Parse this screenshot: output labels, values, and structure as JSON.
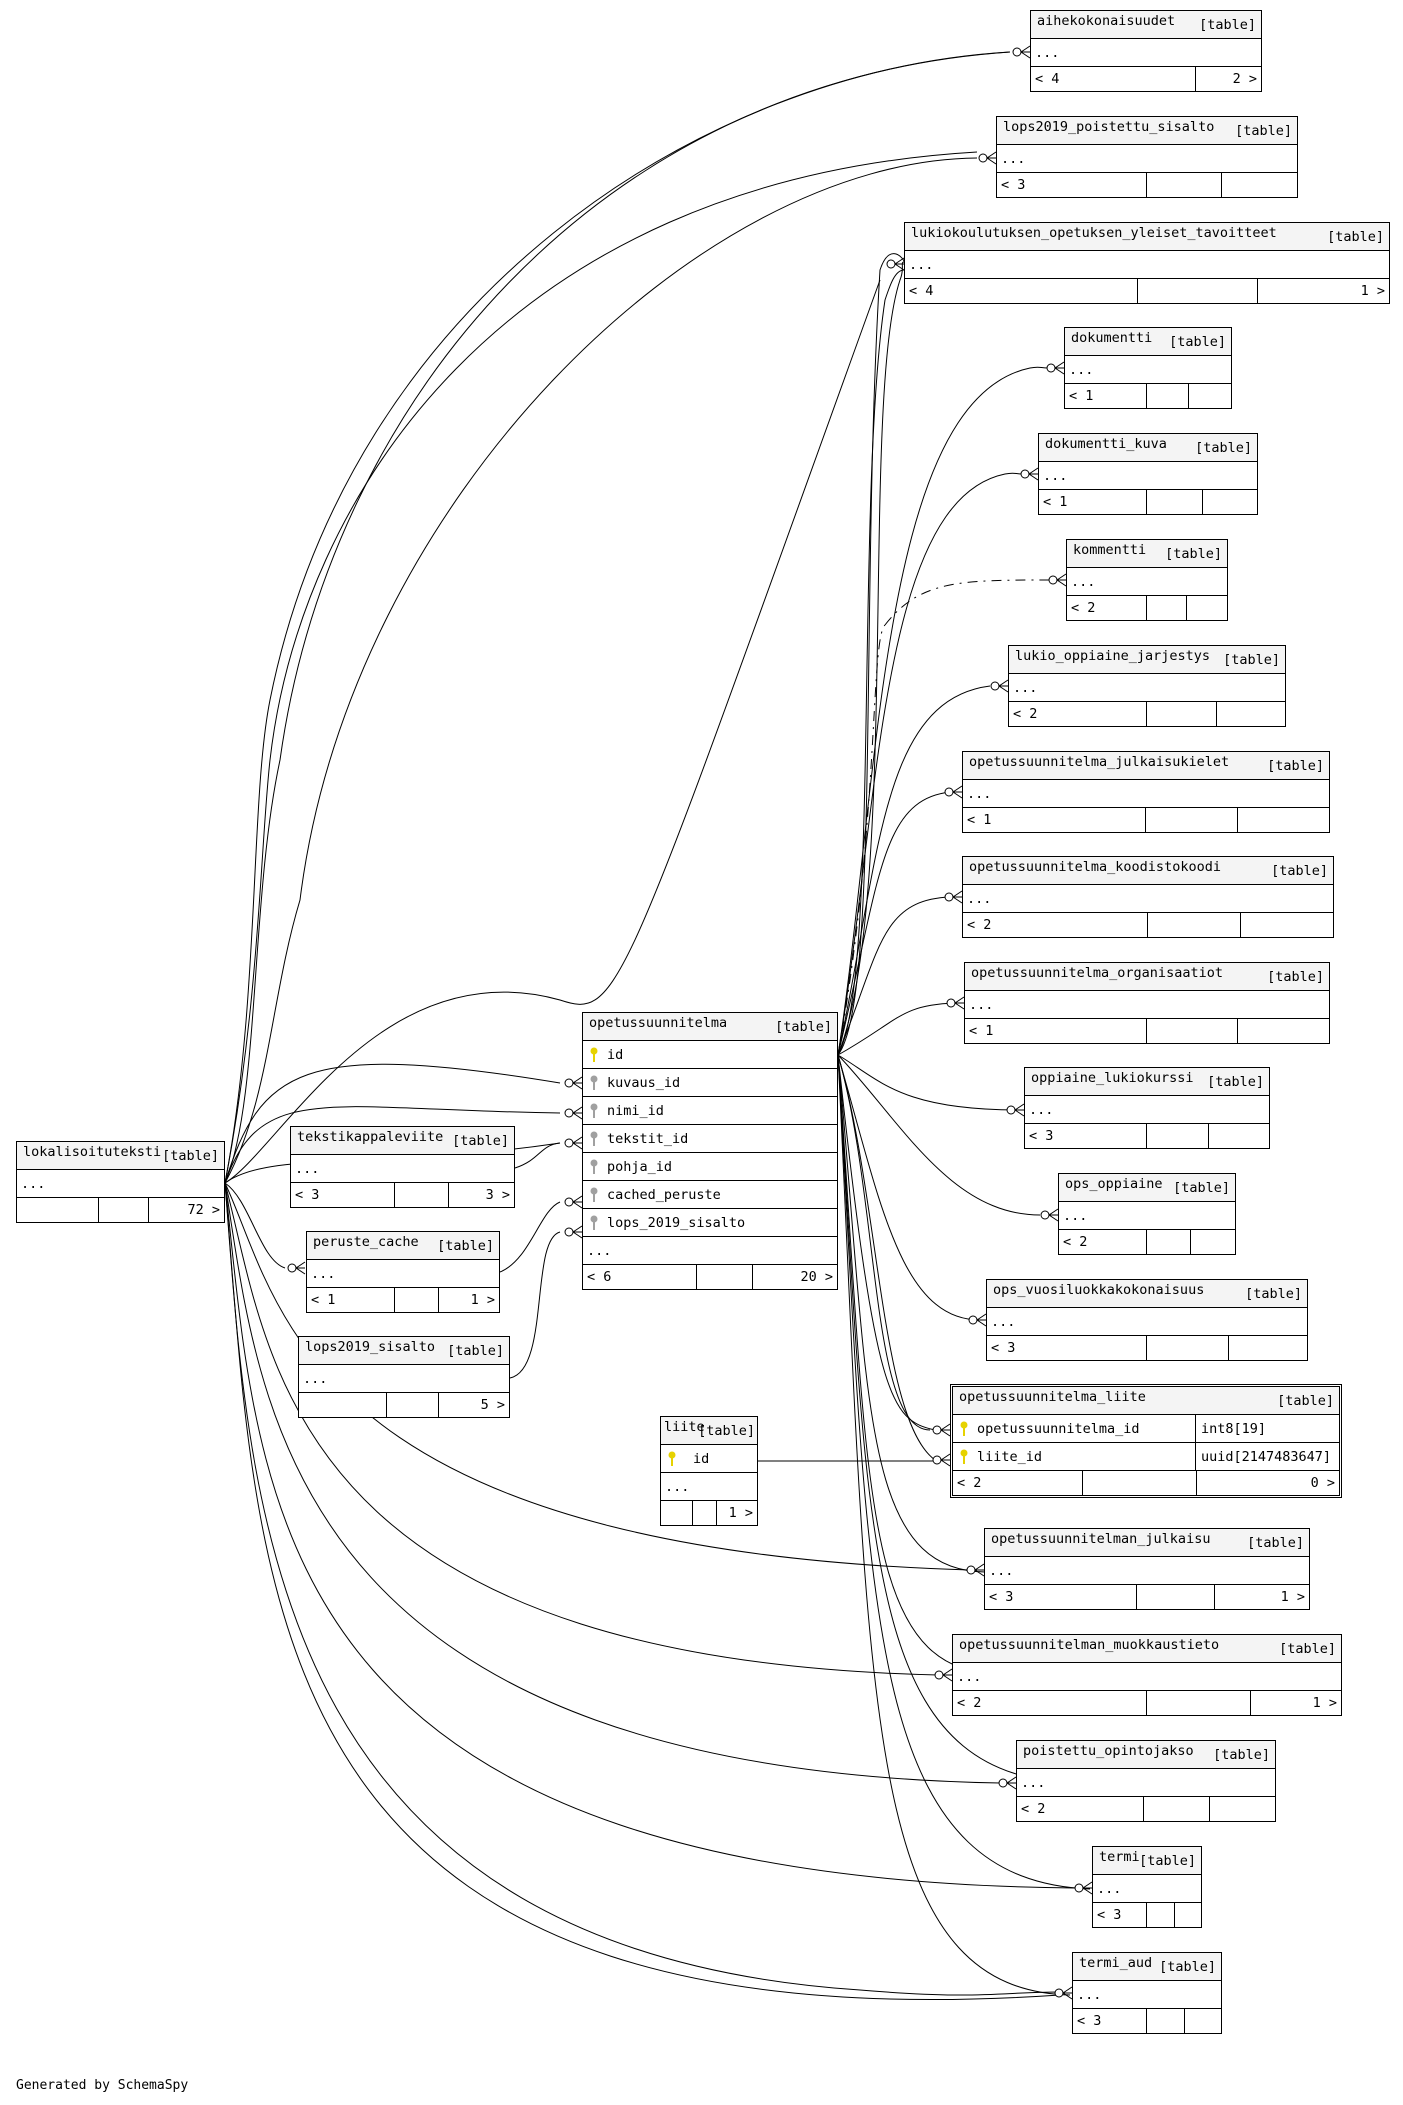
{
  "footer_text": "Generated by SchemaSpy",
  "kind_label": "[table]",
  "more_label": "...",
  "colors": {
    "line": "#000000",
    "header_bg": "#f4f4f4",
    "primary_key": "#e6d200",
    "foreign_key": "#a0a0a0"
  },
  "tables": {
    "aihekokonaisuudet": {
      "name": "aihekokonaisuudet",
      "parents": "< 4",
      "children": "2 >"
    },
    "lops2019_poistettu_sisalto": {
      "name": "lops2019_poistettu_sisalto",
      "parents": "< 3",
      "children": ""
    },
    "lukiokoulutuksen_opetuksen_yleiset_tavoitteet": {
      "name": "lukiokoulutuksen_opetuksen_yleiset_tavoitteet",
      "parents": "< 4",
      "children": "1 >"
    },
    "dokumentti": {
      "name": "dokumentti",
      "parents": "< 1",
      "children": ""
    },
    "dokumentti_kuva": {
      "name": "dokumentti_kuva",
      "parents": "< 1",
      "children": ""
    },
    "kommentti": {
      "name": "kommentti",
      "parents": "< 2",
      "children": ""
    },
    "lukio_oppiaine_jarjestys": {
      "name": "lukio_oppiaine_jarjestys",
      "parents": "< 2",
      "children": ""
    },
    "opetussuunnitelma_julkaisukielet": {
      "name": "opetussuunnitelma_julkaisukielet",
      "parents": "< 1",
      "children": ""
    },
    "opetussuunnitelma_koodistokoodi": {
      "name": "opetussuunnitelma_koodistokoodi",
      "parents": "< 2",
      "children": ""
    },
    "opetussuunnitelma_organisaatiot": {
      "name": "opetussuunnitelma_organisaatiot",
      "parents": "< 1",
      "children": ""
    },
    "oppiaine_lukiokurssi": {
      "name": "oppiaine_lukiokurssi",
      "parents": "< 3",
      "children": ""
    },
    "ops_oppiaine": {
      "name": "ops_oppiaine",
      "parents": "< 2",
      "children": ""
    },
    "ops_vuosiluokkakokonaisuus": {
      "name": "ops_vuosiluokkakokonaisuus",
      "parents": "< 3",
      "children": ""
    },
    "opetussuunnitelma_liite": {
      "name": "opetussuunnitelma_liite",
      "parents": "< 2",
      "children": "0 >",
      "columns": [
        {
          "name": "opetussuunnitelma_id",
          "type": "int8[19]"
        },
        {
          "name": "liite_id",
          "type": "uuid[2147483647]"
        }
      ]
    },
    "opetussuunnitelman_julkaisu": {
      "name": "opetussuunnitelman_julkaisu",
      "parents": "< 3",
      "children": "1 >"
    },
    "opetussuunnitelman_muokkaustieto": {
      "name": "opetussuunnitelman_muokkaustieto",
      "parents": "< 2",
      "children": "1 >"
    },
    "poistettu_opintojakso": {
      "name": "poistettu_opintojakso",
      "parents": "< 2",
      "children": ""
    },
    "termi": {
      "name": "termi",
      "parents": "< 3",
      "children": ""
    },
    "termi_aud": {
      "name": "termi_aud",
      "parents": "< 3",
      "children": ""
    },
    "opetussuunnitelma": {
      "name": "opetussuunnitelma",
      "parents": "< 6",
      "children": "20 >",
      "columns": [
        "id",
        "kuvaus_id",
        "nimi_id",
        "tekstit_id",
        "pohja_id",
        "cached_peruste",
        "lops_2019_sisalto"
      ]
    },
    "lokalisoituteksti": {
      "name": "lokalisoituteksti",
      "parents": "",
      "children": "72 >"
    },
    "tekstikappaleviite": {
      "name": "tekstikappaleviite",
      "parents": "< 3",
      "children": "3 >"
    },
    "peruste_cache": {
      "name": "peruste_cache",
      "parents": "< 1",
      "children": "1 >"
    },
    "lops2019_sisalto": {
      "name": "lops2019_sisalto",
      "parents": "",
      "children": "5 >"
    },
    "liite": {
      "name": "liite",
      "parents": "",
      "children": "1 >",
      "columns": [
        "id"
      ]
    }
  }
}
